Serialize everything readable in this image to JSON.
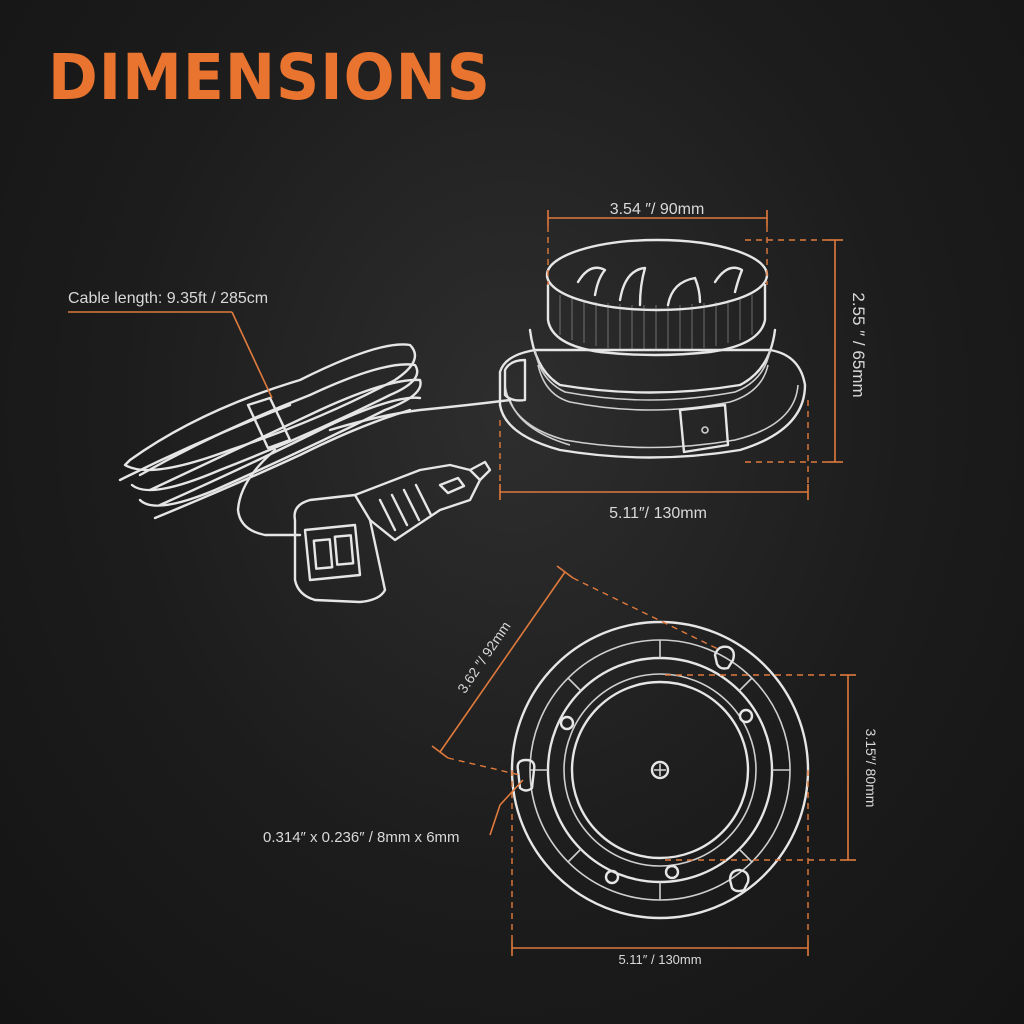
{
  "title": "DIMENSIONS",
  "labels": {
    "top_width": "3.54 ″/ 90mm",
    "height": "2.55 ″ / 65mm",
    "cable_length": "Cable length: 9.35ft / 285cm",
    "base_width_side": "5.11″/ 130mm",
    "diagonal": "3.62 ″/ 92mm",
    "inner_height": "3.15″/ 80mm",
    "slot_size": "0.314″ x 0.236″ / 8mm x 6mm",
    "base_width_bottom": "5.11″ / 130mm"
  },
  "colors": {
    "accent": "#e8742f",
    "line": "#e6e6e6",
    "background": "#1c1c1c"
  }
}
